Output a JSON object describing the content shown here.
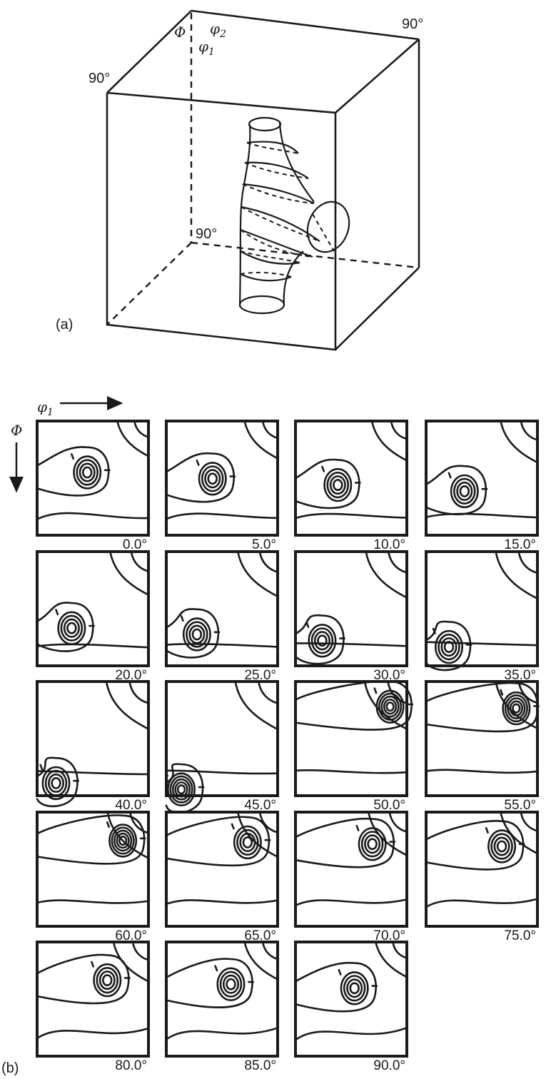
{
  "part_a": {
    "label": "(a)",
    "axis_phi": "Φ",
    "axis_phi2": "φ",
    "axis_phi2_sub": "2",
    "axis_phi1": "φ",
    "axis_phi1_sub": "1",
    "corner_top_right": "90°",
    "corner_left": "90°",
    "corner_inner": "90°"
  },
  "part_b": {
    "label": "(b)",
    "axis_phi1": "φ",
    "axis_phi1_sub": "1",
    "axis_phi": "Φ",
    "sections": [
      "0.0°",
      "5.0°",
      "10.0°",
      "15.0°",
      "20.0°",
      "25.0°",
      "30.0°",
      "35.0°",
      "40.0°",
      "45.0°",
      "50.0°",
      "55.0°",
      "60.0°",
      "65.0°",
      "70.0°",
      "75.0°",
      "80.0°",
      "85.0°",
      "90.0°"
    ]
  }
}
